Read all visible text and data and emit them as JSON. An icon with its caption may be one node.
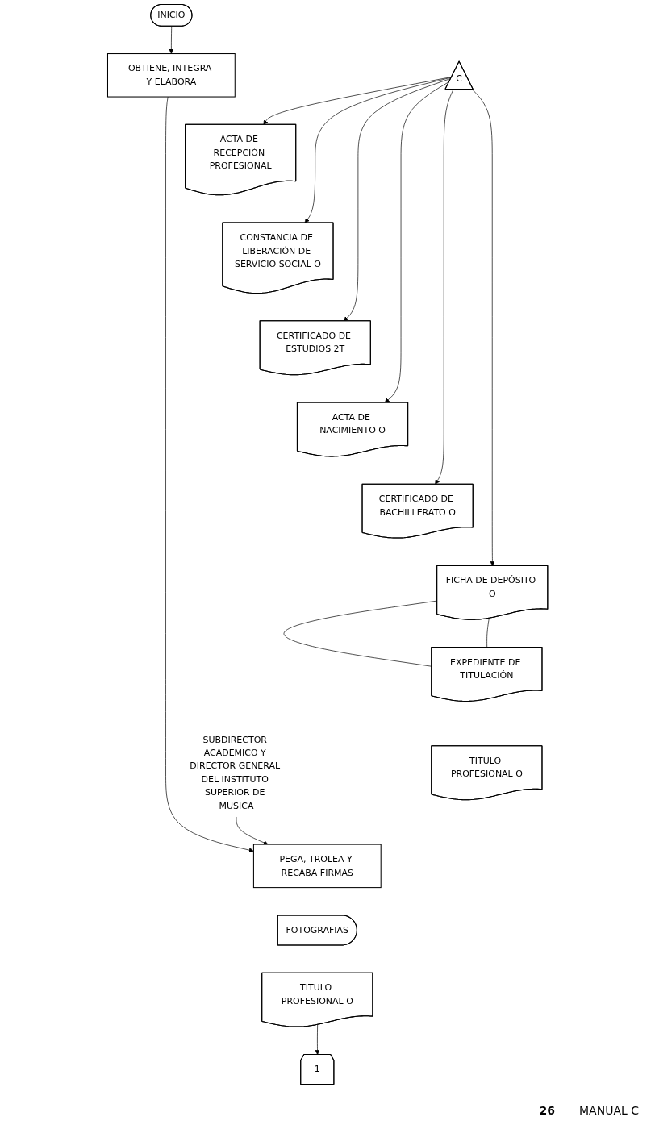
{
  "diagram": {
    "nodes": [
      {
        "text": [
          "INICIO"
        ]
      },
      {
        "text": [
          "OBTIENE, INTEGRA Y ELABORA"
        ]
      },
      {
        "text": [
          "ACTA DE RECEPCIÓN PROFESIONAL"
        ]
      },
      {
        "text": [
          "CONSTANCIA DE LIBERACIÓN DE SERVICIO SOCIAL O"
        ]
      },
      {
        "text": [
          "CERTIFICADO DE ESTUDIOS 2T"
        ]
      },
      {
        "text": [
          "ACTA DE NACIMIENTO O"
        ]
      },
      {
        "text": [
          "CERTIFICADO DE BACHILLERATO O"
        ]
      },
      {
        "text": [
          "FICHA DE DEPÓSITO O"
        ]
      },
      {
        "text": [
          "EXPEDIENTE DE TITULACIÓN"
        ]
      },
      {
        "text": [
          "TITULO PROFESIONAL O"
        ]
      },
      {
        "text": [
          "SUBDIRECTOR ACADEMICO Y DIRECTOR GENERAL DEL INSTITUTO SUPERIOR DE MUSICA"
        ]
      },
      {
        "text": [
          "PEGA, TROLEA Y RECABA FIRMAS"
        ]
      },
      {
        "text": [
          "FOTOGRAFIAS"
        ]
      },
      {
        "text": [
          "TITULO PROFESIONAL O"
        ]
      },
      {
        "text": [
          "1"
        ]
      },
      {
        "text": [
          "C"
        ]
      }
    ],
    "edges": [
      {
        "from": 0,
        "to": 1,
        "arrow": "to"
      },
      {
        "from": 15,
        "to": 2,
        "arrow": "to"
      },
      {
        "from": 15,
        "to": 3,
        "arrow": "to"
      },
      {
        "from": 15,
        "to": 4,
        "arrow": "to"
      },
      {
        "from": 15,
        "to": 5,
        "arrow": "to"
      },
      {
        "from": 15,
        "to": 6,
        "arrow": "to"
      },
      {
        "from": 15,
        "to": 7,
        "arrow": "to"
      },
      {
        "from": 7,
        "to": 8,
        "arrow": "none"
      },
      {
        "from": 7,
        "to": 8,
        "arrow": "none"
      },
      {
        "from": 1,
        "to": 11,
        "arrow": "to"
      },
      {
        "from": 10,
        "to": 11,
        "arrow": "to"
      },
      {
        "from": 13,
        "to": 14,
        "arrow": "to"
      }
    ],
    "labels": [
      "26",
      "MANUAL C"
    ]
  }
}
